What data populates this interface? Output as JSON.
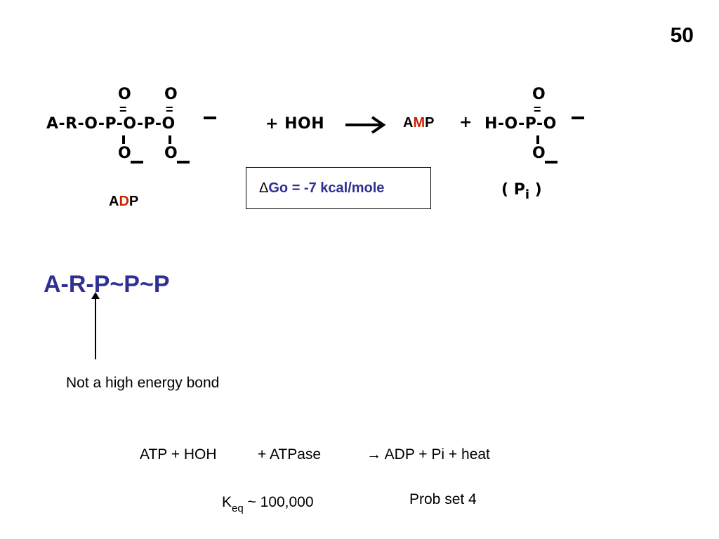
{
  "slide_number": "50",
  "adp_structure": {
    "top_row": [
      "O",
      "O"
    ],
    "main_chain": "A-R-O-P-O-P-O",
    "bottom_row": [
      "O",
      "O"
    ]
  },
  "reactant": "+ HOH",
  "product_amp": {
    "part1": "A",
    "part2": "M",
    "part3": "P"
  },
  "plus_sign": "+",
  "pi_structure": {
    "top": "O",
    "chain": "H-O-P-O",
    "bottom": "O"
  },
  "adp_label": {
    "part1": "A",
    "part2": "D",
    "part3": "P"
  },
  "delta_g": {
    "symbol": "Δ",
    "text": "Go = -7 kcal/mole"
  },
  "pi_label": {
    "open": "( P",
    "sub": "i",
    "close": " )"
  },
  "atp_chain": "A-R-P~P~P",
  "note": "Not a high energy bond",
  "equation": {
    "part1": "ATP  + HOH",
    "part2": "+ ATPase",
    "part3": "→ ADP + Pi + heat"
  },
  "keq": {
    "k": "K",
    "sub": "eq",
    "value": " ~ 100,000"
  },
  "prob_set": "Prob set 4",
  "colors": {
    "highlight": "#cc2200",
    "blue": "#2e3192"
  }
}
